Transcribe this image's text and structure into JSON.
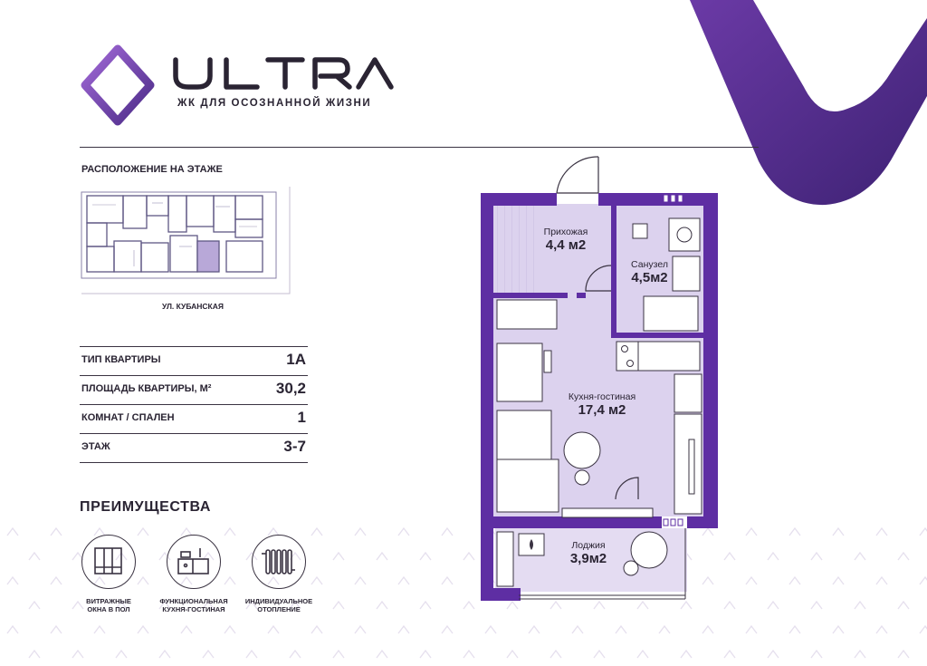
{
  "brand": {
    "name": "ULTRA",
    "tagline": "ЖК ДЛЯ ОСОЗНАННОЙ ЖИЗНИ",
    "accent_color": "#6a3fa4",
    "dark_color": "#2a2433"
  },
  "location": {
    "title": "РАСПОЛОЖЕНИЕ НА ЭТАЖЕ",
    "street": "УЛ. КУБАНСКАЯ"
  },
  "specs": [
    {
      "label": "ТИП КВАРТИРЫ",
      "value": "1А"
    },
    {
      "label": "ПЛОЩАДЬ КВАРТИРЫ, М²",
      "value": "30,2"
    },
    {
      "label": "КОМНАТ / СПАЛЕН",
      "value": "1"
    },
    {
      "label": "ЭТАЖ",
      "value": "3-7"
    }
  ],
  "advantages": {
    "title": "ПРЕИМУЩЕСТВА",
    "items": [
      {
        "line1": "ВИТРАЖНЫЕ",
        "line2": "ОКНА В ПОЛ",
        "icon": "window-icon"
      },
      {
        "line1": "ФУНКЦИОНАЛЬНАЯ",
        "line2": "КУХНЯ-ГОСТИНАЯ",
        "icon": "kitchen-icon"
      },
      {
        "line1": "ИНДИВИДУАЛЬНОЕ",
        "line2": "ОТОПЛЕНИЕ",
        "icon": "radiator-icon"
      }
    ]
  },
  "rooms": {
    "hall": {
      "name": "Прихожая",
      "area": "4,4 м2"
    },
    "bathroom": {
      "name": "Санузел",
      "area": "4,5м2"
    },
    "living": {
      "name": "Кухня-гостиная",
      "area": "17,4 м2"
    },
    "loggia": {
      "name": "Лоджия",
      "area": "3,9м2"
    }
  }
}
